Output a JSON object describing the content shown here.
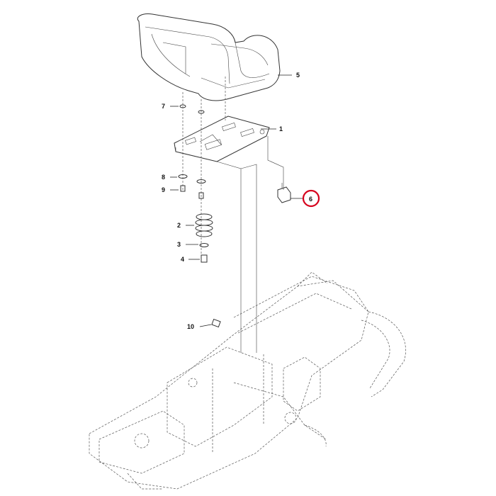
{
  "parts": [
    {
      "id": "p1",
      "label": "1"
    },
    {
      "id": "p2",
      "label": "2"
    },
    {
      "id": "p3",
      "label": "3"
    },
    {
      "id": "p4",
      "label": "4"
    },
    {
      "id": "p5",
      "label": "5"
    },
    {
      "id": "p6",
      "label": "6"
    },
    {
      "id": "p7",
      "label": "7"
    },
    {
      "id": "p8",
      "label": "8"
    },
    {
      "id": "p9",
      "label": "9"
    },
    {
      "id": "p10",
      "label": "10"
    }
  ],
  "highlighted_part": "6",
  "colors": {
    "highlight": "#d6001c",
    "line": "#333333",
    "background": "#ffffff"
  }
}
